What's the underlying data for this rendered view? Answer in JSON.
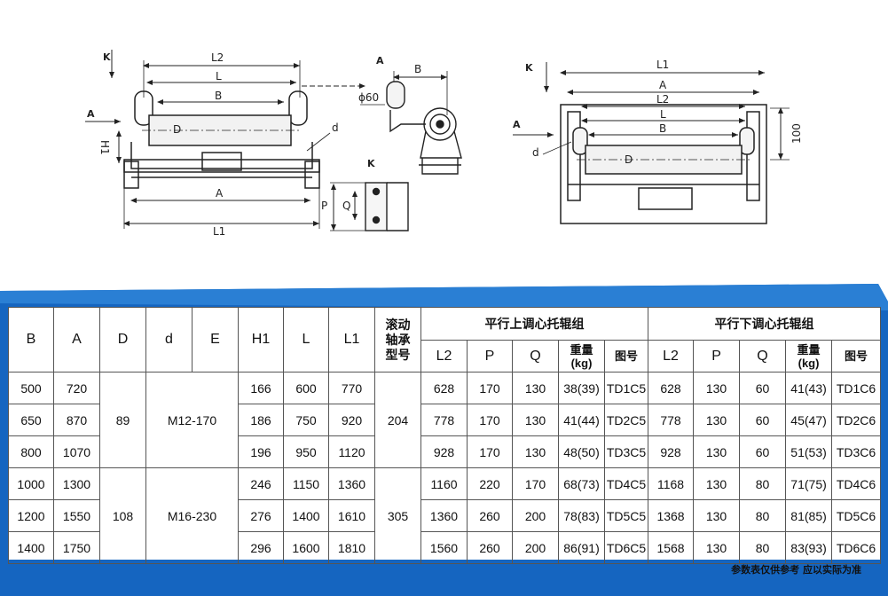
{
  "drawings": {
    "left": {
      "labels": {
        "K": "K",
        "L2": "L2",
        "L": "L",
        "B": "B",
        "A_arrow": "A",
        "D": "D",
        "d": "d",
        "H1": "H1",
        "A": "A",
        "L1": "L1"
      }
    },
    "side": {
      "labels": {
        "A": "A",
        "B": "B",
        "phi": "ϕ60"
      }
    },
    "plan": {
      "labels": {
        "K": "K",
        "P": "P",
        "Q": "Q"
      }
    },
    "right": {
      "labels": {
        "K": "K",
        "L1": "L1",
        "A": "A",
        "L2": "L2",
        "L": "L",
        "B": "B",
        "A_arrow": "A",
        "d": "d",
        "D": "D",
        "dim100": "100"
      }
    }
  },
  "table": {
    "headers": {
      "B": "B",
      "A": "A",
      "D": "D",
      "d": "d",
      "E": "E",
      "H1": "H1",
      "L": "L",
      "L1": "L1",
      "bearing": [
        "滚动",
        "轴承",
        "型号"
      ],
      "upper_group": "平行上调心托辊组",
      "lower_group": "平行下调心托辊组",
      "sub": {
        "L2": "L2",
        "P": "P",
        "Q": "Q",
        "weight": [
          "重量",
          "(kg)"
        ],
        "drawing": "图号"
      }
    },
    "rows": [
      {
        "B": "500",
        "A": "720",
        "H1": "166",
        "L": "600",
        "L1": "770",
        "u": [
          "628",
          "170",
          "130",
          "38(39)",
          "TD1C5"
        ],
        "l": [
          "628",
          "130",
          "60",
          "41(43)",
          "TD1C6"
        ]
      },
      {
        "B": "650",
        "A": "870",
        "H1": "186",
        "L": "750",
        "L1": "920",
        "u": [
          "778",
          "170",
          "130",
          "41(44)",
          "TD2C5"
        ],
        "l": [
          "778",
          "130",
          "60",
          "45(47)",
          "TD2C6"
        ]
      },
      {
        "B": "800",
        "A": "1070",
        "H1": "196",
        "L": "950",
        "L1": "1120",
        "u": [
          "928",
          "170",
          "130",
          "48(50)",
          "TD3C5"
        ],
        "l": [
          "928",
          "130",
          "60",
          "51(53)",
          "TD3C6"
        ]
      },
      {
        "B": "1000",
        "A": "1300",
        "H1": "246",
        "L": "1150",
        "L1": "1360",
        "u": [
          "1160",
          "220",
          "170",
          "68(73)",
          "TD4C5"
        ],
        "l": [
          "1168",
          "130",
          "80",
          "71(75)",
          "TD4C6"
        ]
      },
      {
        "B": "1200",
        "A": "1550",
        "H1": "276",
        "L": "1400",
        "L1": "1610",
        "u": [
          "1360",
          "260",
          "200",
          "78(83)",
          "TD5C5"
        ],
        "l": [
          "1368",
          "130",
          "80",
          "81(85)",
          "TD5C6"
        ]
      },
      {
        "B": "1400",
        "A": "1750",
        "H1": "296",
        "L": "1600",
        "L1": "1810",
        "u": [
          "1560",
          "260",
          "200",
          "86(91)",
          "TD6C5"
        ],
        "l": [
          "1568",
          "130",
          "80",
          "83(93)",
          "TD6C6"
        ]
      }
    ],
    "merged": {
      "D_group1": "89",
      "Dd_group1": "M12-170",
      "bearing_group1": "204",
      "D_group2": "108",
      "Dd_group2": "M16-230",
      "bearing_group2": "305"
    }
  },
  "footnote": "参数表仅供参考 应以实际为准",
  "colors": {
    "band": "#1565c0",
    "band_light": "#2a7fd4",
    "border": "#555555"
  }
}
